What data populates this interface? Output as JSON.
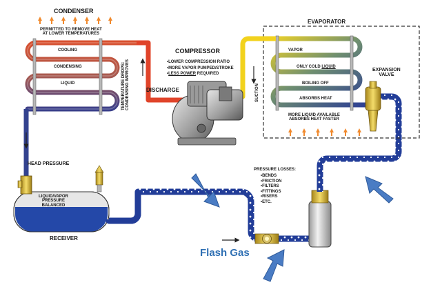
{
  "condenser": {
    "title": "CONDENSER",
    "note_line1": "PERMITTED TO REMOVE HEAT",
    "note_line2": "AT LOWER TEMPERATURES",
    "coil_labels": [
      "COOLING",
      "CONDENSING",
      "LIQUID"
    ],
    "side_note_line1": "TEMPERATURE DROPS:",
    "side_note_line2": "CONDENSING IMPROVES"
  },
  "compressor": {
    "title": "COMPRESSOR",
    "points": [
      "LOWER COMPRESSION RATIO",
      "MORE VAPOR PUMPED/STROKE"
    ],
    "last_point_underlined": "LESS POWER",
    "last_point_rest": " REQUIRED",
    "discharge_label": "DISCHARGE",
    "suction_label": "SUCTION"
  },
  "evaporator": {
    "title": "EVAPORATOR",
    "coil_labels": [
      "VAPOR",
      "ONLY COLD",
      "BOILING OFF",
      "ABSORBS HEAT"
    ],
    "coil_label_underlined": "LIQUID",
    "note_line1": "MORE LIQUID AVAILABLE",
    "note_line2": "ABSORBS HEAT FASTER"
  },
  "expansion_valve": {
    "line1": "EXPANSION",
    "line2": "VALVE"
  },
  "head_pressure": "HEAD PRESSURE",
  "receiver": {
    "title": "RECEIVER",
    "line1": "LIQUID/VAPOR",
    "line2": "PRESSURE",
    "line3": "BALANCED"
  },
  "pressure_losses": {
    "title": "PRESSURE LOSSES:",
    "items": [
      "BENDS",
      "FRICTION",
      "FILTERS",
      "FITTINGS",
      "RISERS",
      "ETC."
    ]
  },
  "flash_gas": "Flash Gas",
  "colors": {
    "hot_gas": "#e0442a",
    "condenser_warm": "#c0563a",
    "condenser_mid": "#b86a55",
    "liquid_line": "#1f3f9e",
    "suction": "#f2d21d",
    "evap_gradient": "#2d3c8f",
    "accent_arrow": "#4a7cc4",
    "heat_arrow": "#f08a2e"
  }
}
